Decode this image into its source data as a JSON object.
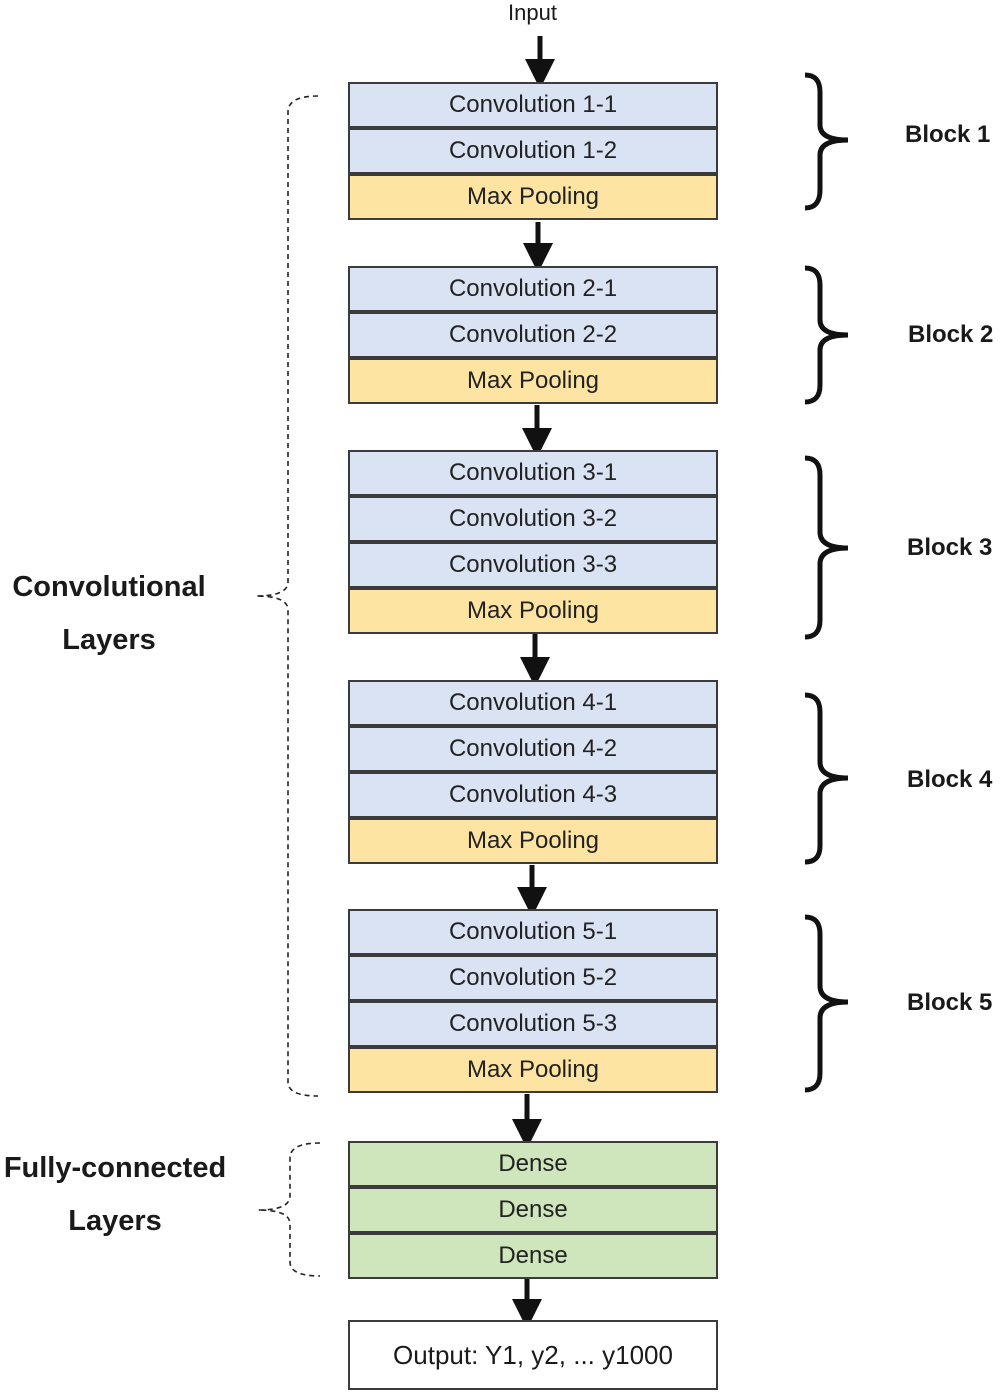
{
  "input_label": "Input",
  "blocks": [
    {
      "label": "Block 1",
      "layers": [
        "Convolution 1-1",
        "Convolution 1-2",
        "Max Pooling"
      ]
    },
    {
      "label": "Block 2",
      "layers": [
        "Convolution 2-1",
        "Convolution 2-2",
        "Max Pooling"
      ]
    },
    {
      "label": "Block 3",
      "layers": [
        "Convolution 3-1",
        "Convolution 3-2",
        "Convolution 3-3",
        "Max Pooling"
      ]
    },
    {
      "label": "Block 4",
      "layers": [
        "Convolution 4-1",
        "Convolution 4-2",
        "Convolution 4-3",
        "Max Pooling"
      ]
    },
    {
      "label": "Block 5",
      "layers": [
        "Convolution 5-1",
        "Convolution 5-2",
        "Convolution 5-3",
        "Max Pooling"
      ]
    }
  ],
  "dense_layers": [
    "Dense",
    "Dense",
    "Dense"
  ],
  "output_label": "Output: Y1, y2, ... y1000",
  "group_labels": {
    "conv_line1": "Convolutional",
    "conv_line2": "Layers",
    "fc_line1": "Fully-connected",
    "fc_line2": "Layers"
  },
  "colors": {
    "convolution": "#dae3f3",
    "max_pooling": "#fde4a3",
    "dense": "#cfe5bb",
    "border": "#3b3b3b"
  }
}
